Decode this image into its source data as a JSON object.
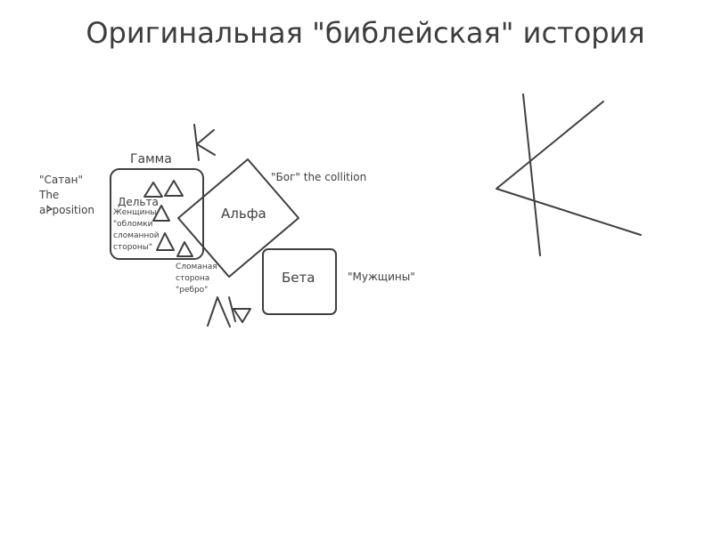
{
  "slide": {
    "title": "Оригинальная \"библейская\" история"
  },
  "labels": {
    "gamma": "Гамма",
    "delta": "Дельта",
    "alpha": "Альфа",
    "beta": "Бета",
    "satan_line1": "\"Сатан\"",
    "satan_line2": "The",
    "satan_line3": "ai position",
    "god": "\"Бог\" the collition",
    "women_line1": "Женщины",
    "women_line2": "\"обломки",
    "women_line3": "сломанной",
    "women_line4": "стороны\"",
    "broken_line1": "Сломаная",
    "broken_line2": "сторона",
    "broken_line3": "\"ребро\"",
    "men": "\"Мужщины\""
  },
  "colors": {
    "stroke": "#404040",
    "text": "#404040",
    "background": "#ffffff"
  }
}
